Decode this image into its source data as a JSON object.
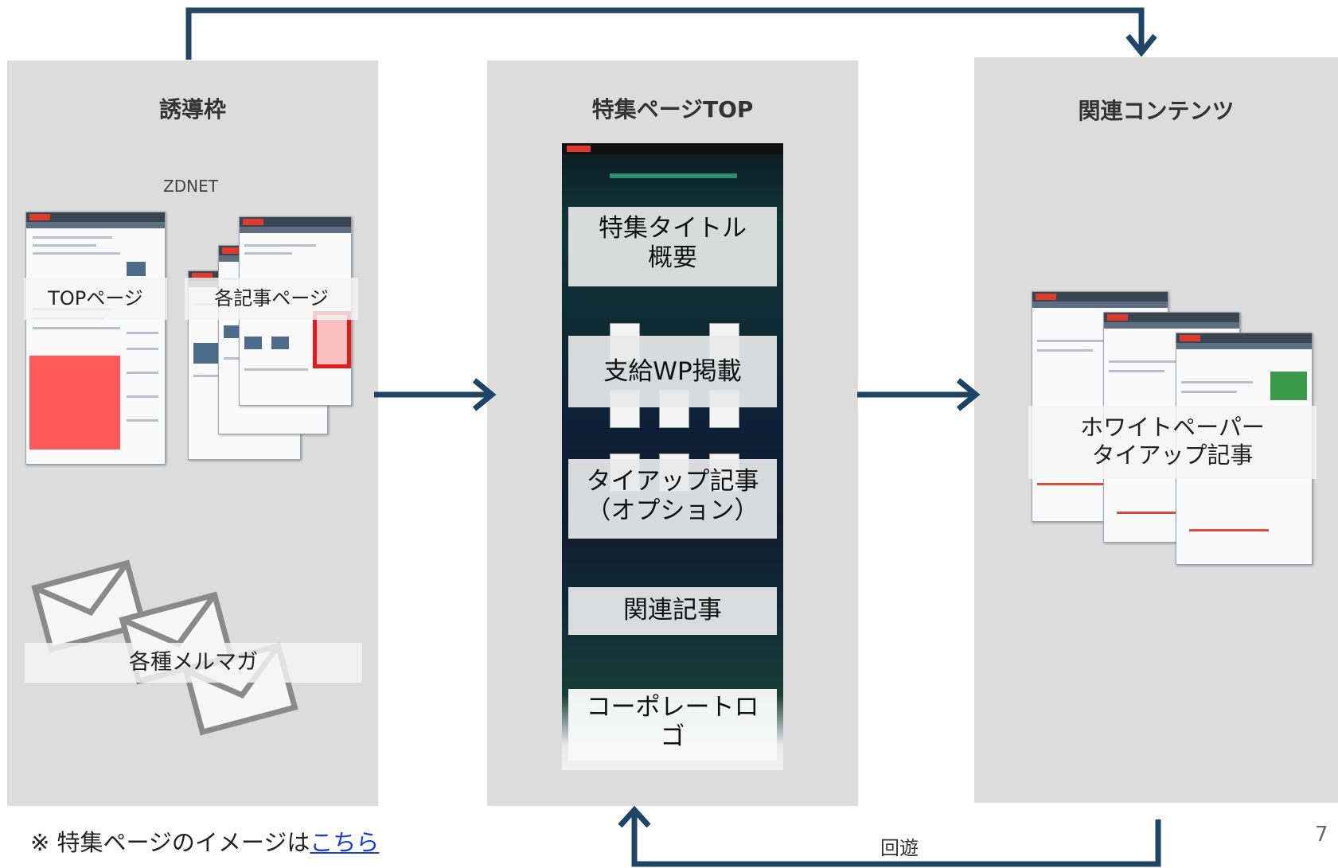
{
  "panels": {
    "left": {
      "title": "誘導枠",
      "site_label": "ZDNET",
      "top_page_label": "TOPページ",
      "article_page_label": "各記事ページ",
      "newsletter_label": "各種メルマガ"
    },
    "middle": {
      "title": "特集ページTOP",
      "sections": [
        "特集タイトル\n概要",
        "支給WP掲載",
        "タイアップ記事\n（オプション）",
        "関連記事",
        "コーポレートロ\nゴ"
      ]
    },
    "right": {
      "title": "関連コンテンツ",
      "content_label": "ホワイトペーパー\nタイアップ記事"
    }
  },
  "loop_label": "回遊",
  "footnote": {
    "prefix": "※ 特集ページのイメージは",
    "link": "こちら"
  },
  "page_number": "7",
  "colors": {
    "arrow": "#1f4466",
    "panel_bg": "#dcdcdc",
    "highlight_red": "#e41b1b",
    "link": "#1a3fd9"
  }
}
